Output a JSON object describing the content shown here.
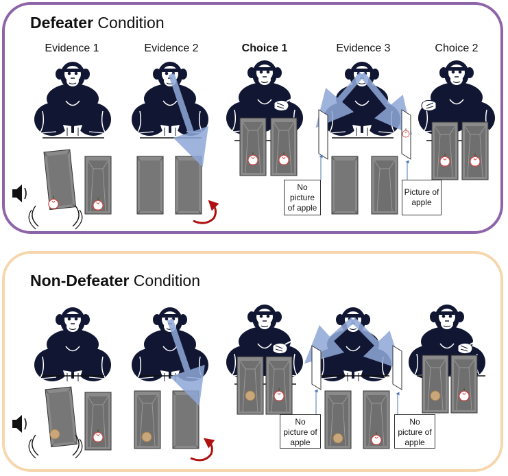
{
  "top_panel": {
    "title_bold": "Defeater",
    "title_rest": " Condition",
    "border_color": "#8e64a8",
    "columns": [
      "Evidence 1",
      "Evidence 2",
      "Choice 1",
      "Evidence 3",
      "Choice 2"
    ],
    "callouts": {
      "left": "No picture of apple",
      "right": "Picture of apple"
    }
  },
  "bottom_panel": {
    "title_bold": "Non-Defeater",
    "title_rest": " Condition",
    "border_color": "#f6d7ad",
    "callouts": {
      "left": "No picture of apple",
      "right": "No picture of apple"
    }
  },
  "icons": [
    "speaker-icon",
    "rotation-arrow-icon",
    "gaze-arrow-icon",
    "chimpanzee-icon",
    "apple-slice-icon",
    "food-ball-icon"
  ],
  "colors": {
    "chimp": "#111633",
    "cup": "#8a8a8a",
    "gaze": "#8fa8d8",
    "rotate": "#b01010"
  }
}
